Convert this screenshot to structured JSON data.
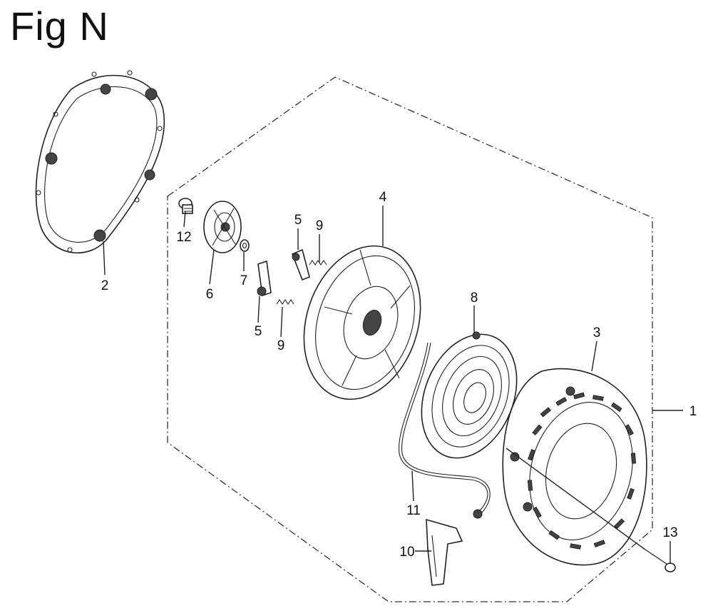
{
  "figure": {
    "title": "Fig N"
  },
  "callouts": [
    {
      "id": "1",
      "label": "1"
    },
    {
      "id": "2",
      "label": "2"
    },
    {
      "id": "3",
      "label": "3"
    },
    {
      "id": "4",
      "label": "4"
    },
    {
      "id": "5a",
      "label": "5"
    },
    {
      "id": "5b",
      "label": "5"
    },
    {
      "id": "6",
      "label": "6"
    },
    {
      "id": "7",
      "label": "7"
    },
    {
      "id": "8",
      "label": "8"
    },
    {
      "id": "9a",
      "label": "9"
    },
    {
      "id": "9b",
      "label": "9"
    },
    {
      "id": "10",
      "label": "10"
    },
    {
      "id": "11",
      "label": "11"
    },
    {
      "id": "12",
      "label": "12"
    },
    {
      "id": "13",
      "label": "13"
    }
  ]
}
